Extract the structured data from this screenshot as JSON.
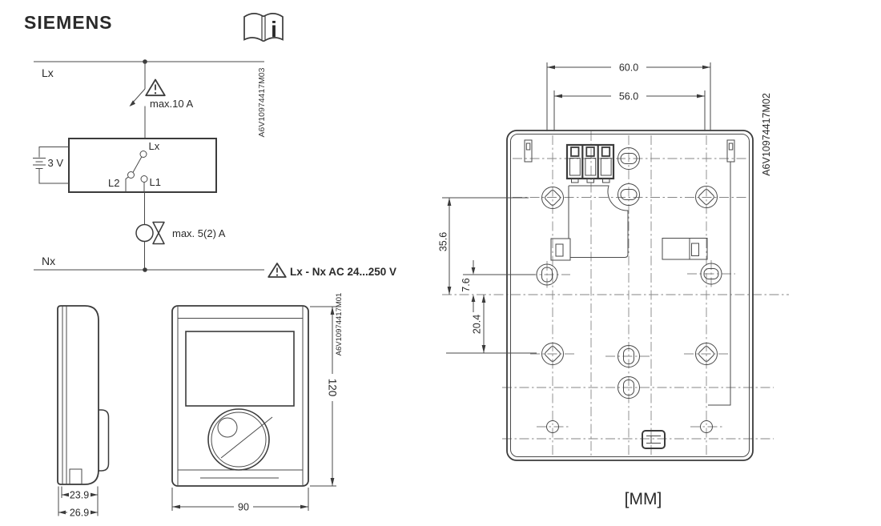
{
  "brand": {
    "logo_text": "SIEMENS"
  },
  "manual_icon": {
    "letter": "i"
  },
  "wiring_diagram": {
    "drawing_code": "A6V10974417M03",
    "phase_label": "Lx",
    "neutral_label": "Nx",
    "fuse_rating": "max.10 A",
    "battery_voltage": "3 V",
    "terminal_top": "Lx",
    "terminal_left": "L2",
    "terminal_right": "L1",
    "load_rating": "max. 5(2) A",
    "voltage_range_warning": "Lx - Nx AC 24...250 V"
  },
  "device_drawing": {
    "drawing_code": "A6V10974417M01",
    "depth_front": "23.9",
    "depth_total": "26.9",
    "width": "90",
    "height": "120"
  },
  "mounting_plate_drawing": {
    "drawing_code": "A6V10974417M02",
    "hole_spacing_outer": "60.0",
    "hole_spacing_inner": "56.0",
    "upper_offset": "35.6",
    "mid_offset": "7.6",
    "lower_offset": "20.4",
    "units": "[MM]"
  }
}
